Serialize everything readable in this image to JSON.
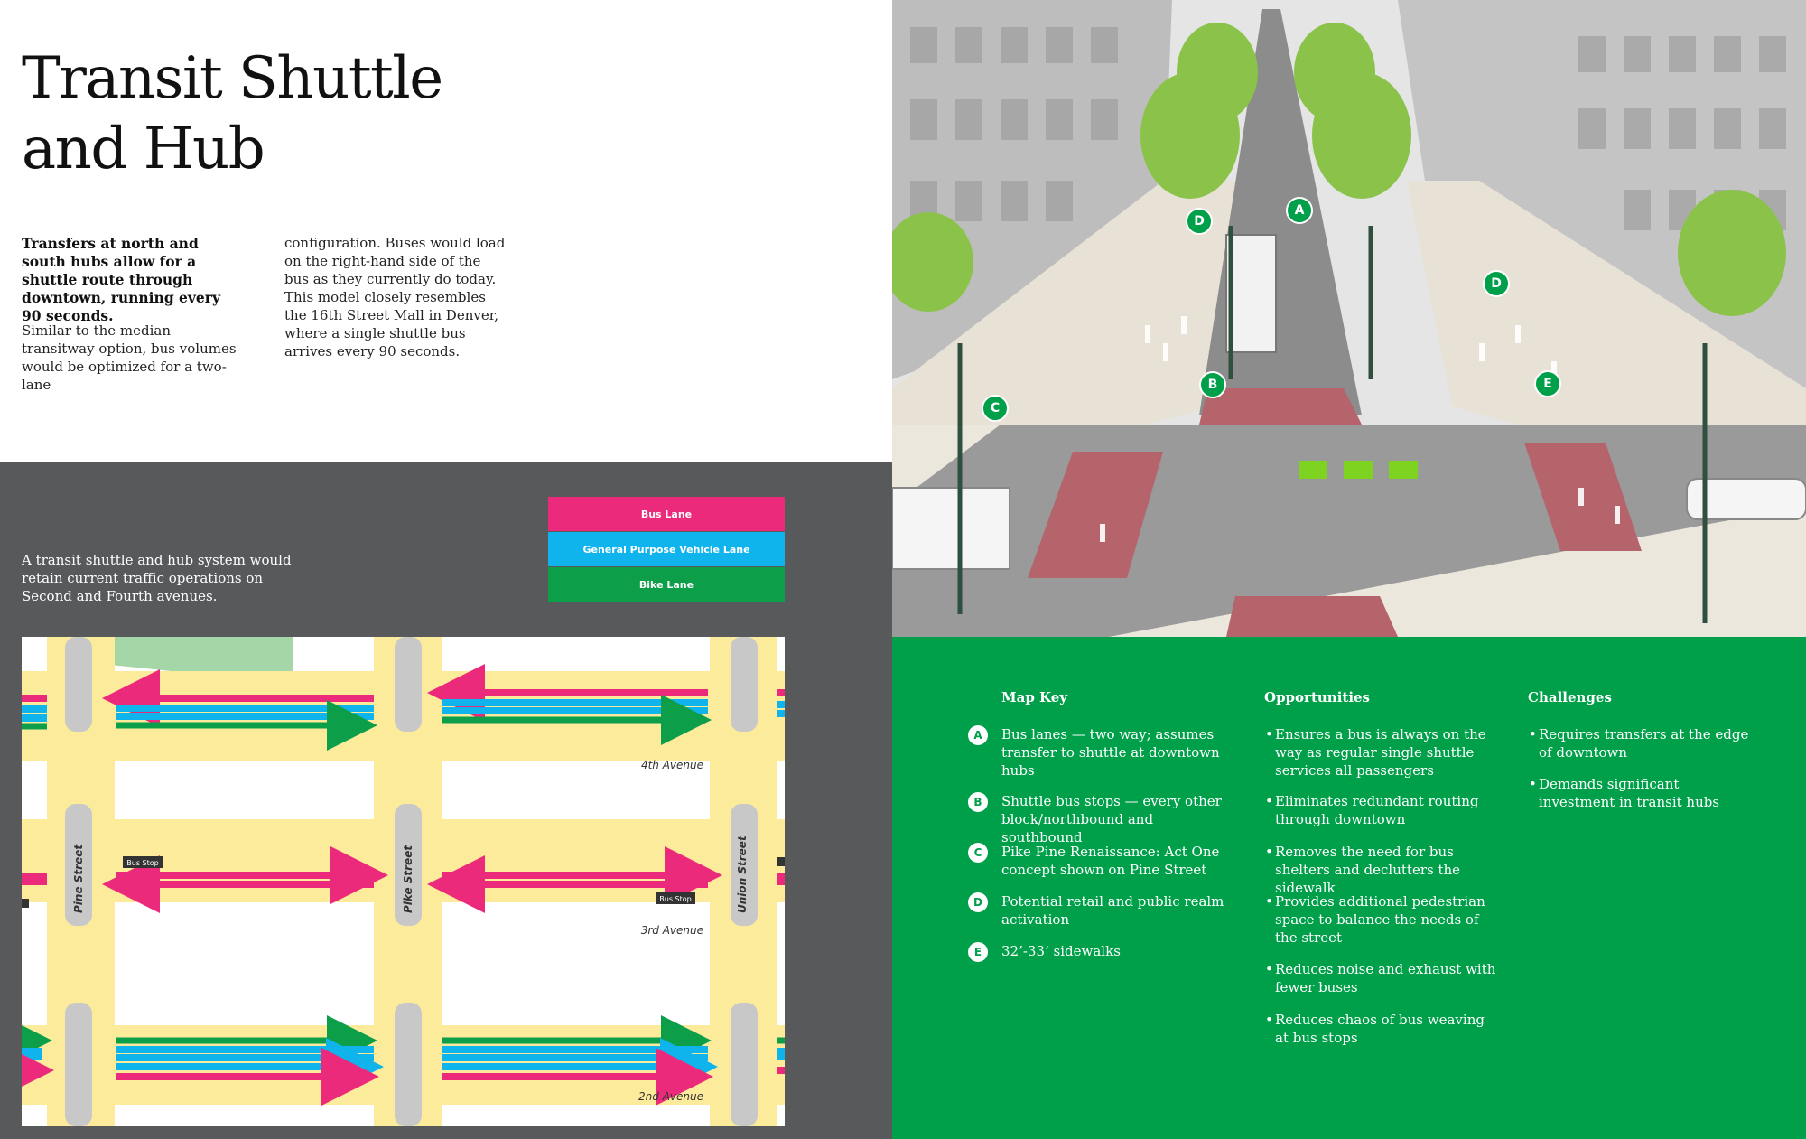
{
  "title": {
    "line1": "Transit Shuttle",
    "line2": "and Hub"
  },
  "lead": "Transfers at north and south hubs allow for a shuttle route through downtown, running every 90 seconds.",
  "intro": "Similar to the median transitway option, bus volumes would be optimized for a two-lane",
  "col2": "configuration. Buses would load on the right-hand side of the bus as they currently do today. This model closely resembles the 16th Street Mall in Denver, where a single shuttle bus arrives every 90 seconds.",
  "gray_text": "A transit shuttle and hub system would retain current traffic operations on Second and Fourth avenues.",
  "legend": {
    "bus": "Bus Lane",
    "general": "General Purpose Vehicle Lane",
    "bike": "Bike Lane"
  },
  "colors": {
    "bus": "#ec2a7c",
    "general": "#10b4ec",
    "bike": "#0d9e4a",
    "road": "#fbeb9a",
    "panel": "#58595b",
    "green": "#009f4a"
  },
  "map": {
    "avenues": [
      "4th Avenue",
      "3rd Avenue",
      "2nd Avenue"
    ],
    "streets": [
      "Pine Street",
      "Pike Street",
      "Union Street"
    ],
    "bus_stop": "Bus Stop"
  },
  "illustration": {
    "markers": [
      "A",
      "B",
      "C",
      "D",
      "D",
      "E"
    ]
  },
  "map_key": {
    "heading": "Map Key",
    "items": [
      {
        "letter": "A",
        "text": "Bus lanes — two way; assumes transfer to shuttle at downtown hubs"
      },
      {
        "letter": "B",
        "text": "Shuttle bus stops — every other block/northbound and southbound"
      },
      {
        "letter": "C",
        "text": "Pike Pine Renaissance: Act One concept shown on Pine Street"
      },
      {
        "letter": "D",
        "text": "Potential retail and public realm activation"
      },
      {
        "letter": "E",
        "text": "32’-33’ sidewalks"
      }
    ]
  },
  "opportunities": {
    "heading": "Opportunities",
    "items": [
      "Ensures a bus is always on the way as regular single shuttle services all passengers",
      "Eliminates redundant routing through downtown",
      "Removes the need for bus shelters and declutters the sidewalk",
      "Provides additional pedestrian space to balance the needs of the street",
      "Reduces noise and exhaust with fewer buses",
      "Reduces chaos of bus weaving at bus stops"
    ]
  },
  "challenges": {
    "heading": "Challenges",
    "items": [
      "Requires transfers at the edge of downtown",
      "Demands significant investment in transit hubs"
    ]
  }
}
